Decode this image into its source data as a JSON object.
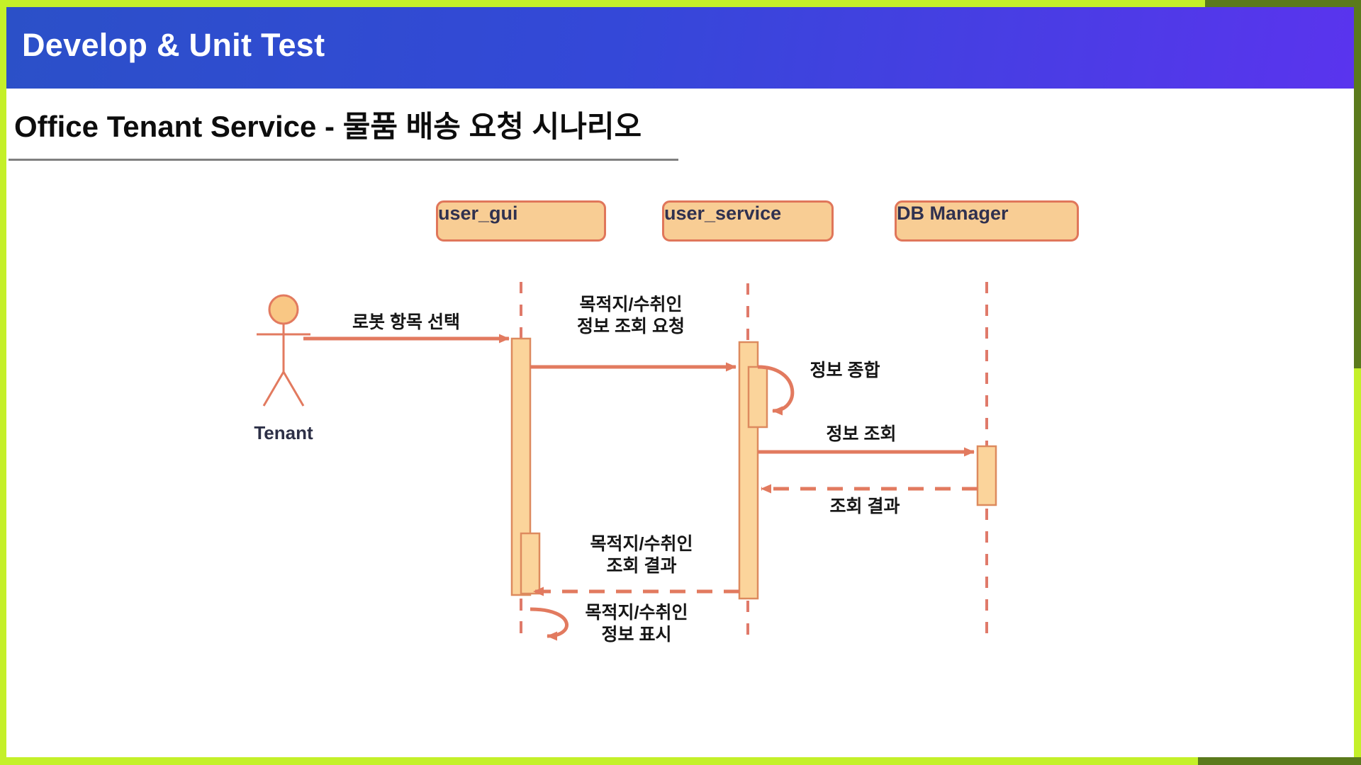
{
  "slide": {
    "header_title": "Develop & Unit Test",
    "subtitle": "Office Tenant Service - 물품 배송 요청 시나리오",
    "accent_border": "#c4f029",
    "accent_border_dark": "#5b7a1c",
    "header_gradient_from": "#2b50c8",
    "header_gradient_to": "#5a34ee",
    "header_text_color": "#ffffff",
    "subtitle_color": "#0d0d0d"
  },
  "diagram": {
    "type": "uml-sequence-diagram",
    "palette": {
      "participant_fill": "#f8cd94",
      "participant_border": "#e0765a",
      "participant_text": "#30314f",
      "activation_fill": "#fbd49b",
      "activation_border": "#dd8a5e",
      "line": "#e27a5f",
      "lifeline_dash": "#e07a6a",
      "actor_text": "#2d3047",
      "message_text": "#161616"
    },
    "actor": {
      "name": "Tenant",
      "label": "Tenant"
    },
    "participants": [
      {
        "id": "user_gui",
        "label": "user_gui"
      },
      {
        "id": "user_service",
        "label": "user_service"
      },
      {
        "id": "db_manager",
        "label": "DB Manager"
      }
    ],
    "messages": [
      {
        "index": 1,
        "label": "로봇 항목 선택",
        "lines": [
          "로봇 항목 선택"
        ],
        "from": "Tenant",
        "to": "user_gui",
        "kind": "call",
        "style": "solid"
      },
      {
        "index": 2,
        "label": "목적지/수취인 정보 조회 요청",
        "lines": [
          "목적지/수취인",
          "정보 조회 요청"
        ],
        "from": "user_gui",
        "to": "user_service",
        "kind": "call",
        "style": "solid"
      },
      {
        "index": 3,
        "label": "정보 종합",
        "lines": [
          "정보 종합"
        ],
        "from": "user_service",
        "to": "user_service",
        "kind": "self",
        "style": "solid"
      },
      {
        "index": 4,
        "label": "정보 조회",
        "lines": [
          "정보 조회"
        ],
        "from": "user_service",
        "to": "db_manager",
        "kind": "call",
        "style": "solid"
      },
      {
        "index": 5,
        "label": "조회 결과",
        "lines": [
          "조회 결과"
        ],
        "from": "db_manager",
        "to": "user_service",
        "kind": "return",
        "style": "dashed"
      },
      {
        "index": 6,
        "label": "목적지/수취인 조회 결과",
        "lines": [
          "목적지/수취인",
          "조회 결과"
        ],
        "from": "user_service",
        "to": "user_gui",
        "kind": "return",
        "style": "dashed"
      },
      {
        "index": 7,
        "label": "목적지/수취인 정보 표시",
        "lines": [
          "목적지/수취인",
          "정보 표시"
        ],
        "from": "user_gui",
        "to": "user_gui",
        "kind": "self",
        "style": "solid"
      }
    ]
  }
}
